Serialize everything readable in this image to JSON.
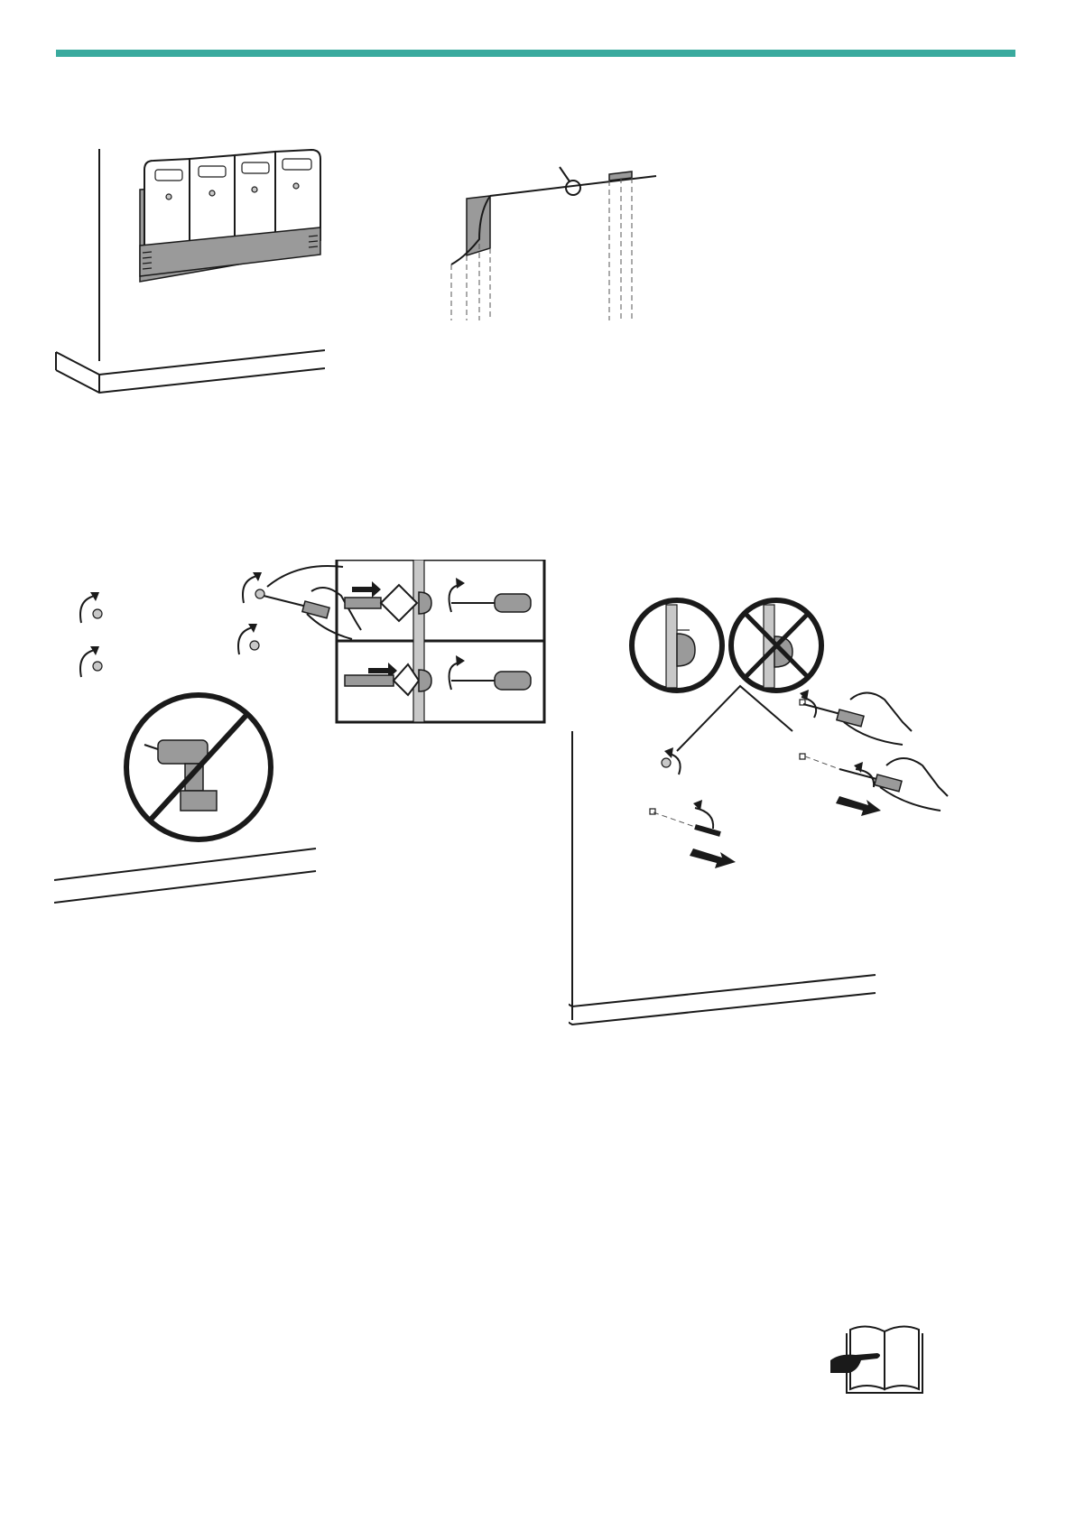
{
  "page": {
    "accent_color": "#3aaa9e",
    "figures": [
      {
        "id": "fig-1",
        "icon": "wall-mounted-units"
      },
      {
        "id": "fig-2",
        "icon": "wall-cable-section"
      },
      {
        "id": "fig-3",
        "icon": "wall-anchor-screwdriver"
      },
      {
        "id": "fig-4",
        "icon": "screw-depth-check"
      },
      {
        "id": "fig-5",
        "icon": "read-manual-icon"
      }
    ]
  }
}
